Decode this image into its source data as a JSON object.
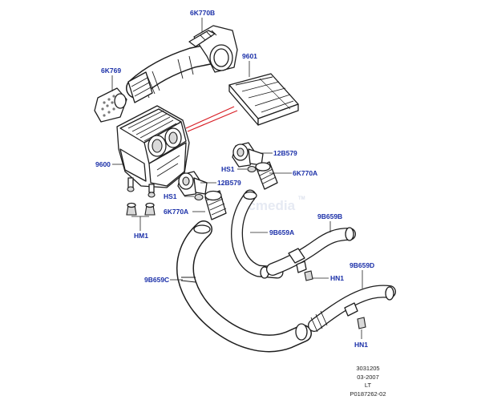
{
  "labels": {
    "l_6k770b_top": "6K770B",
    "l_6k769": "6K769",
    "l_9601": "9601",
    "l_9600": "9600",
    "l_12b579_right": "12B579",
    "l_hs1_right": "HS1",
    "l_6k770a_right": "6K770A",
    "l_12b579_left": "12B579",
    "l_hs1_left": "HS1",
    "l_6k770a_left": "6K770A",
    "l_hm1": "HM1",
    "l_9b659b": "9B659B",
    "l_9b659a": "9B659A",
    "l_9b659c": "9B659C",
    "l_hn1_mid": "HN1",
    "l_9b659d": "9B659D",
    "l_hn1_bottom": "HN1"
  },
  "watermark": {
    "text": "ilcmedia",
    "tm": "TM"
  },
  "reference": {
    "line1": "3031205",
    "line2": "03-2007",
    "line3": "LT",
    "line4": "P0187262-02"
  },
  "colors": {
    "label": "#1a2fa8",
    "linework": "#1e1e1e",
    "filter_indicator": "#d81f26"
  }
}
